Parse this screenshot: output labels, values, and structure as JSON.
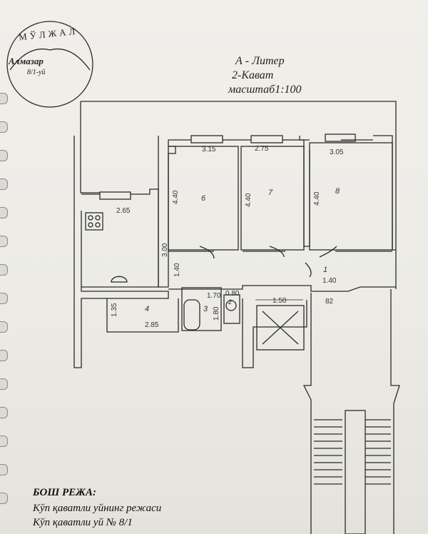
{
  "stamp": {
    "title": "МЎЛЖАЛ",
    "district": "Алмазар",
    "address": "8/1-уй"
  },
  "header": {
    "liter": "А - Литер",
    "floor": "2-Кават",
    "scale": "масштаб1:100"
  },
  "rooms": {
    "r6": "6",
    "r7": "7",
    "r8": "8",
    "r4": "4",
    "r3": "3",
    "r2": "2",
    "r1": "1"
  },
  "dims": {
    "d315": "3.15",
    "d275": "2.75",
    "d305": "3.05",
    "d265": "2.65",
    "d440a": "4.40",
    "d440b": "4.40",
    "d440c": "4.40",
    "d300": "3.00",
    "d140a": "1.40",
    "d140b": "1.40",
    "d82": "82",
    "d170": "1.70",
    "d080": "0.80",
    "d180": "1.80",
    "d150": "1.50",
    "d135": "1.35",
    "d285": "2.85"
  },
  "footer": {
    "title": "БОШ РЕЖА:",
    "line1": "Кўп қаватли уйнинг режаси",
    "line2": "Кўп қаватли уй №  8/1"
  }
}
